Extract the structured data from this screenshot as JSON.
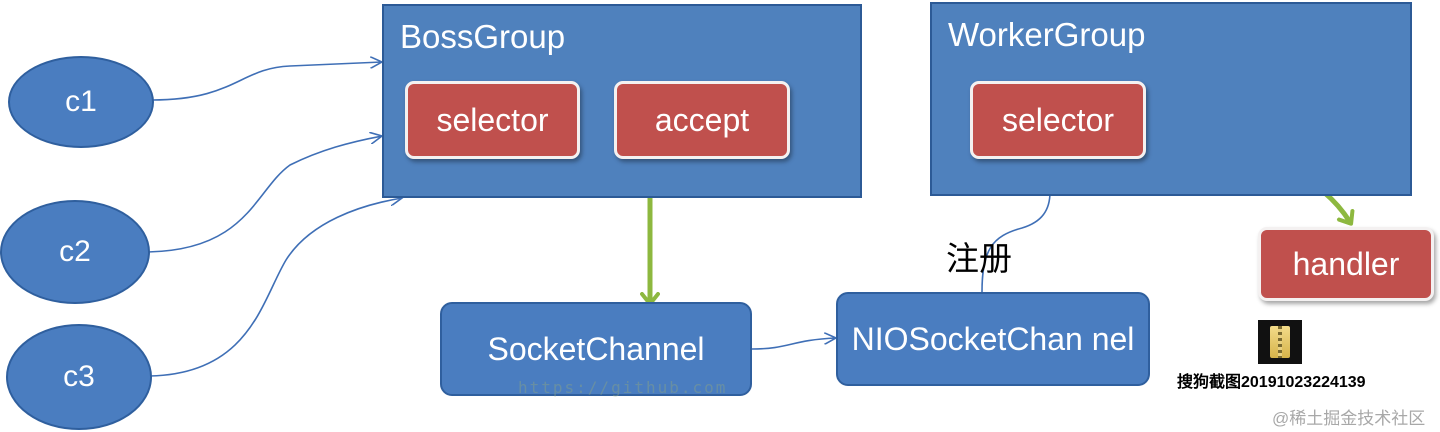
{
  "clients": [
    {
      "label": "c1"
    },
    {
      "label": "c2"
    },
    {
      "label": "c3"
    }
  ],
  "boss_group": {
    "title": "BossGroup",
    "selector_label": "selector",
    "accept_label": "accept"
  },
  "worker_group": {
    "title": "WorkerGroup",
    "selector_label": "selector"
  },
  "handler_label": "handler",
  "socket_channel_label": "SocketChannel",
  "nio_socket_channel_label": "NIOSocketChan nel",
  "register_label": "注册",
  "file_icon": {
    "icon": "zip-archive-icon",
    "caption": "搜狗截图20191023224139"
  },
  "watermark": "https://github.com",
  "footer_credit": "@稀土掘金技术社区",
  "colors": {
    "box_blue": "#4f81bd",
    "client_blue": "#4a7dc0",
    "red": "#c0504d",
    "connector_blue": "#3f6fb6",
    "arrow_green": "#8db83f"
  }
}
